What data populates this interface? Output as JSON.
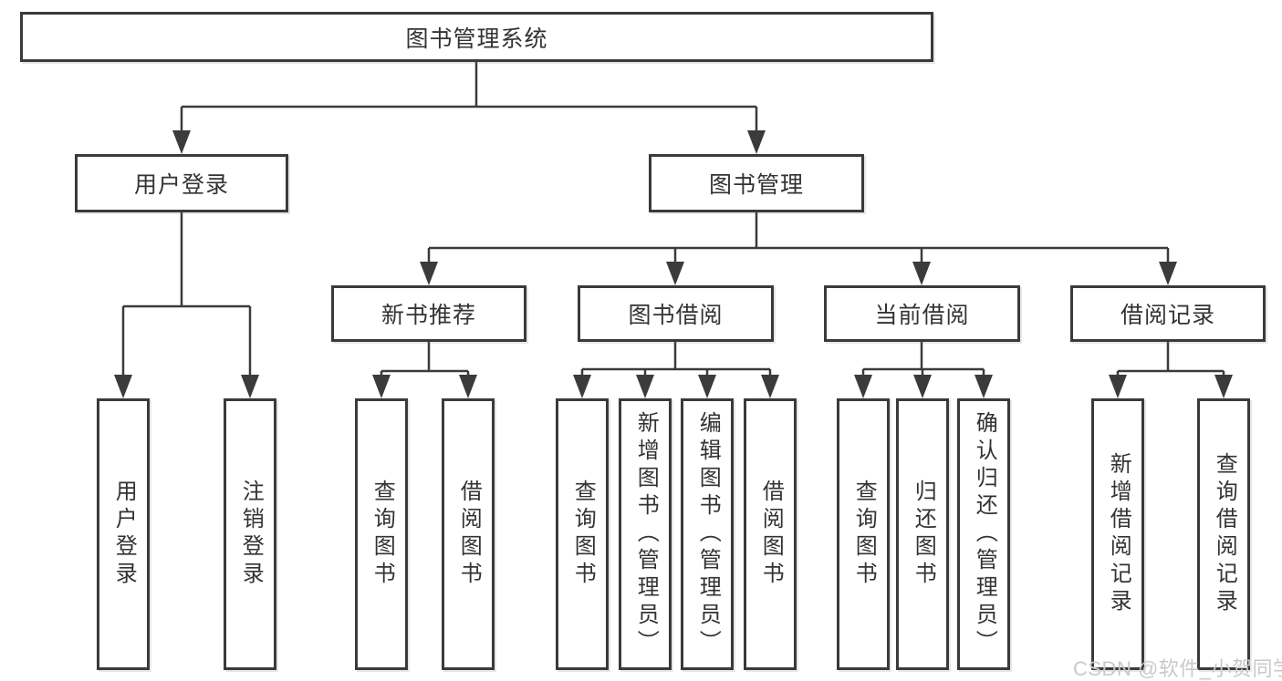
{
  "diagram": {
    "root": "图书管理系统",
    "branches": {
      "user": "用户登录",
      "management": "图书管理"
    },
    "modules": {
      "recommend": "新书推荐",
      "borrow": "图书借阅",
      "current": "当前借阅",
      "records": "借阅记录"
    },
    "leaves": {
      "user": [
        "用户登录",
        "注销登录"
      ],
      "recommend": [
        "查询图书",
        "借阅图书"
      ],
      "borrow": [
        "查询图书",
        "新增图书（管理员）",
        "编辑图书（管理员）",
        "借阅图书"
      ],
      "current": [
        "查询图书",
        "归还图书",
        "确认归还（管理员）"
      ],
      "records": [
        "新增借阅记录",
        "查询借阅记录"
      ]
    }
  },
  "watermark": "CSDN @软件_小贺同学",
  "colors": {
    "line": "#3b3b3b",
    "text": "#333333",
    "background": "#ffffff",
    "watermark": "#c9c9c9"
  }
}
